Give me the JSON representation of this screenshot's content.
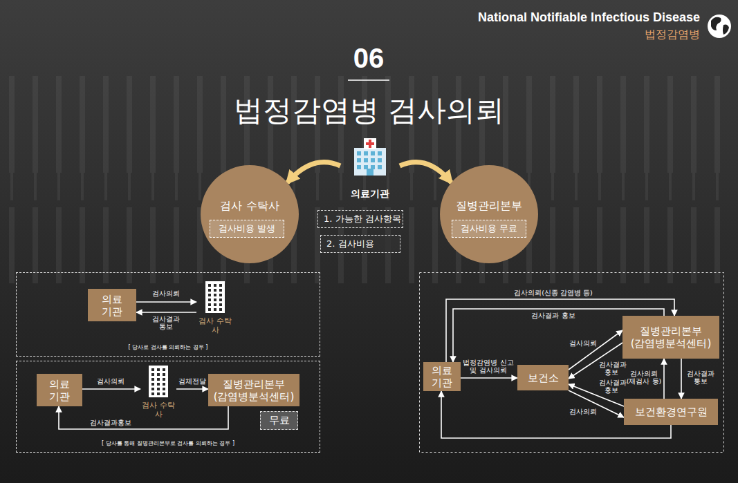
{
  "diagram": {
    "title": "법정감염병 검사의뢰",
    "nodes": [
      {
        "text": [
          "의료기관"
        ]
      },
      {
        "text": [
          "검사 수탁사"
        ]
      },
      {
        "text": [
          "검사비용 발생"
        ],
        "in": 1
      },
      {
        "text": [
          "1. 가능한 검사항목"
        ]
      },
      {
        "text": [
          "2. 검사비용"
        ]
      },
      {
        "text": [
          "질병관리본부"
        ]
      },
      {
        "text": [
          "검사비용 무료"
        ],
        "in": 5
      },
      {
        "text": [
          "[ 당사로 검사를 의뢰하는 경우 ]"
        ]
      },
      {
        "text": [
          "의료 기관"
        ],
        "in": 7
      },
      {
        "text": [
          "검사 수탁사"
        ],
        "in": 7
      },
      {
        "text": [
          "[ 당사를 통해 질병관리본부로 검사를 의뢰하는 경우 ]"
        ]
      },
      {
        "text": [
          "의료 기관"
        ],
        "in": 10
      },
      {
        "text": [
          "검사 수탁사"
        ],
        "in": 10
      },
      {
        "text": [
          "질병관리본부 (감염병분석센터)"
        ],
        "in": 10
      },
      {
        "text": [
          "무료"
        ],
        "in": 10
      },
      {
        "text": [
          "의료 기관"
        ]
      },
      {
        "text": [
          "보건소"
        ]
      },
      {
        "text": [
          "질병관리본부 (감염병분석센터)"
        ]
      },
      {
        "text": [
          "보건환경연구원"
        ]
      }
    ],
    "edges": [
      {
        "from": 0,
        "to": 1,
        "arrow": "to"
      },
      {
        "from": 0,
        "to": 5,
        "arrow": "to"
      },
      {
        "from": 8,
        "to": 9,
        "label": "검사의뢰",
        "arrow": "to"
      },
      {
        "from": 9,
        "to": 8,
        "label": "검사결과 통보",
        "arrow": "to"
      },
      {
        "from": 11,
        "to": 12,
        "label": "검사의뢰",
        "arrow": "to"
      },
      {
        "from": 12,
        "to": 13,
        "label": "검체전달",
        "arrow": "to"
      },
      {
        "from": 13,
        "to": 11,
        "label": "검사결과홍보",
        "arrow": "to"
      },
      {
        "from": 15,
        "to": 17,
        "label": "검사의뢰(신종 감염병 등)",
        "arrow": "to"
      },
      {
        "from": 17,
        "to": 15,
        "label": "검사결과 홍보",
        "arrow": "to"
      },
      {
        "from": 15,
        "to": 16,
        "label": "법정감염병 신고 및 검사의뢰",
        "arrow": "to"
      },
      {
        "from": 16,
        "to": 17,
        "label": "검사의뢰",
        "arrow": "to"
      },
      {
        "from": 17,
        "to": 16,
        "label": "검사결과 홍보",
        "arrow": "to"
      },
      {
        "from": 18,
        "to": 16,
        "label": "검사결과 홍보",
        "arrow": "to"
      },
      {
        "from": 16,
        "to": 18,
        "label": "검사의뢰",
        "arrow": "to"
      },
      {
        "from": 18,
        "to": 17,
        "label": "검사의뢰 (재검사 등)",
        "arrow": "to"
      },
      {
        "from": 17,
        "to": 18,
        "label": "검사결과 통보",
        "arrow": "to"
      },
      {
        "from": 18,
        "to": 15,
        "arrow": "to"
      }
    ],
    "labels": [
      "National Notifiable Infectious Disease",
      "법정감염병",
      "06"
    ]
  }
}
